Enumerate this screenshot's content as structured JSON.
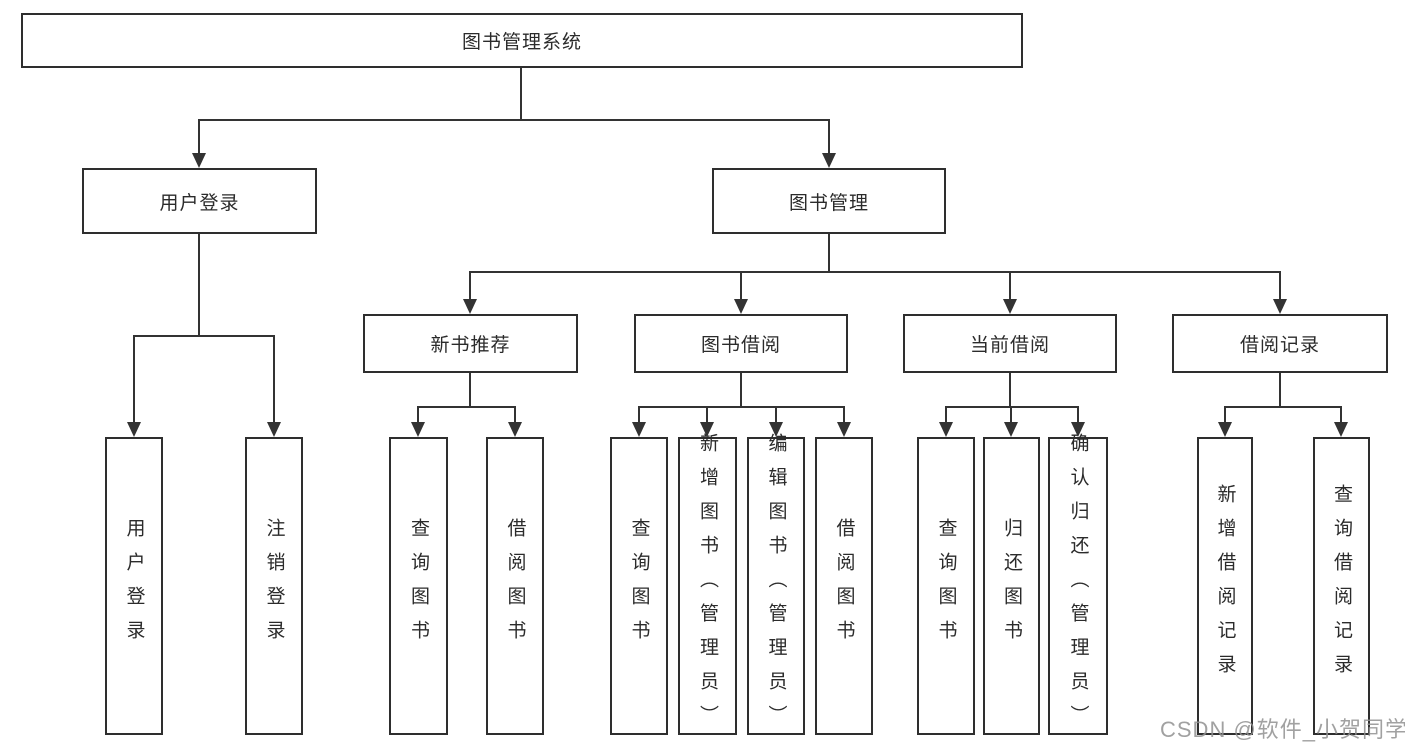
{
  "tree": {
    "root": {
      "label": "图书管理系统",
      "children": [
        {
          "label": "用户登录",
          "children": [
            {
              "label": "用户登录"
            },
            {
              "label": "注销登录"
            }
          ]
        },
        {
          "label": "图书管理",
          "children": [
            {
              "label": "新书推荐",
              "children": [
                {
                  "label": "查询图书"
                },
                {
                  "label": "借阅图书"
                }
              ]
            },
            {
              "label": "图书借阅",
              "children": [
                {
                  "label": "查询图书"
                },
                {
                  "label": "新增图书（管理员）"
                },
                {
                  "label": "编辑图书（管理员）"
                },
                {
                  "label": "借阅图书"
                }
              ]
            },
            {
              "label": "当前借阅",
              "children": [
                {
                  "label": "查询图书"
                },
                {
                  "label": "归还图书"
                },
                {
                  "label": "确认归还（管理员）"
                }
              ]
            },
            {
              "label": "借阅记录",
              "children": [
                {
                  "label": "新增借阅记录"
                },
                {
                  "label": "查询借阅记录"
                }
              ]
            }
          ]
        }
      ]
    }
  },
  "watermark": {
    "text": "CSDN @软件_小贺同学"
  },
  "colors": {
    "line": "#333333",
    "border": "#2e2e2e",
    "text": "#2b2b2b",
    "watermark": "#919191",
    "background": "#ffffff"
  }
}
